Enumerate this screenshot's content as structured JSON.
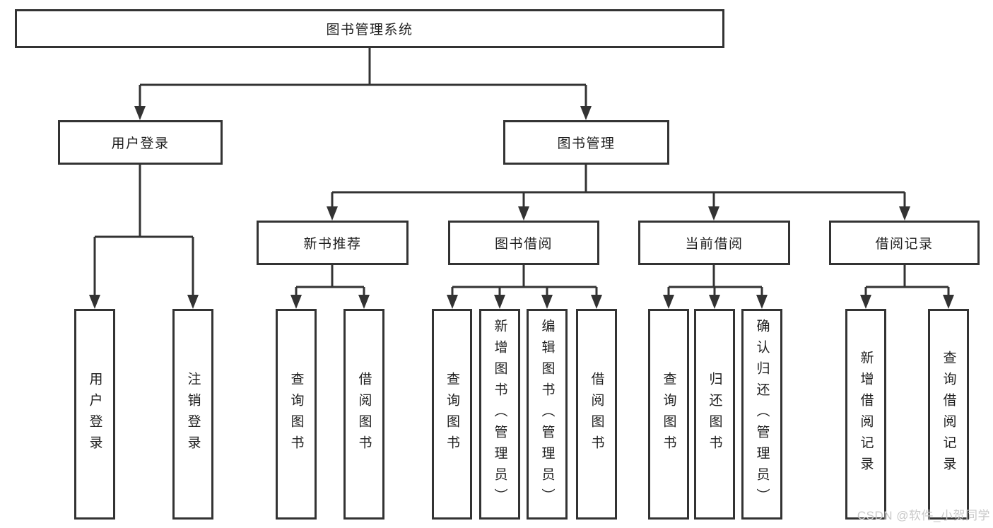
{
  "colors": {
    "line": "#333333",
    "text": "#1f1f1f",
    "background": "#ffffff",
    "watermark": "#c9c9c9"
  },
  "tree": {
    "root": "图书管理系统",
    "level2": [
      {
        "label": "用户登录",
        "leaves": [
          "用户登录",
          "注销登录"
        ]
      },
      {
        "label": "图书管理",
        "sections": [
          {
            "label": "新书推荐",
            "leaves": [
              "查询图书",
              "借阅图书"
            ]
          },
          {
            "label": "图书借阅",
            "leaves": [
              "查询图书",
              "新增图书（管理员）",
              "编辑图书（管理员）",
              "借阅图书"
            ]
          },
          {
            "label": "当前借阅",
            "leaves": [
              "查询图书",
              "归还图书",
              "确认归还（管理员）"
            ]
          },
          {
            "label": "借阅记录",
            "leaves": [
              "新增借阅记录",
              "查询借阅记录"
            ]
          }
        ]
      }
    ]
  },
  "watermark": "CSDN @软件_小贺同学"
}
